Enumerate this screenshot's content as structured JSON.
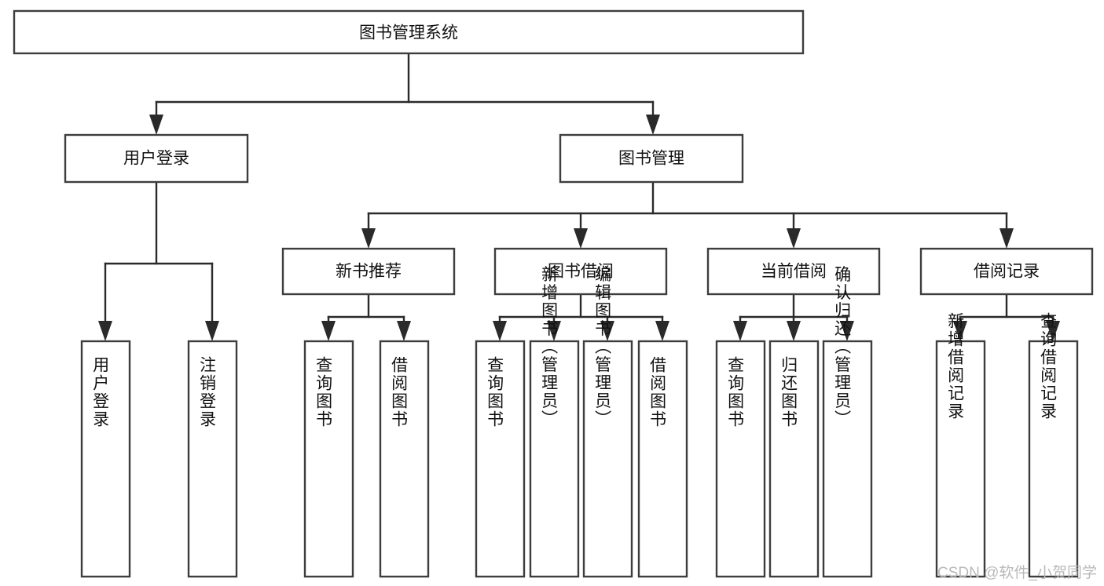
{
  "diagram": {
    "type": "tree",
    "title": "图书管理系统",
    "orientation": "top-down",
    "colors": {
      "box_fill": "#ffffff",
      "box_stroke": "#3d3d3d",
      "connector": "#2a2a2a",
      "text": "#111111",
      "watermark": "#b9b9b9"
    },
    "root": {
      "label": "图书管理系统",
      "text_direction": "horizontal"
    },
    "level2": [
      {
        "id": "user-login",
        "label": "用户登录",
        "text_direction": "horizontal"
      },
      {
        "id": "book-management",
        "label": "图书管理",
        "text_direction": "horizontal"
      }
    ],
    "level3": [
      {
        "id": "new-book-recommend",
        "label": "新书推荐",
        "text_direction": "horizontal",
        "parent": "book-management"
      },
      {
        "id": "book-borrow",
        "label": "图书借阅",
        "text_direction": "horizontal",
        "parent": "book-management"
      },
      {
        "id": "current-borrow",
        "label": "当前借阅",
        "text_direction": "horizontal",
        "parent": "book-management"
      },
      {
        "id": "borrow-record",
        "label": "借阅记录",
        "text_direction": "horizontal",
        "parent": "book-management"
      }
    ],
    "leaves": {
      "user-login": [
        {
          "id": "leaf-user-login",
          "label": "用户登录",
          "text_direction": "vertical"
        },
        {
          "id": "leaf-logout",
          "label": "注销登录",
          "text_direction": "vertical"
        }
      ],
      "new-book-recommend": [
        {
          "id": "leaf-query-book-1",
          "label": "查询图书",
          "text_direction": "vertical"
        },
        {
          "id": "leaf-borrow-book-1",
          "label": "借阅图书",
          "text_direction": "vertical"
        }
      ],
      "book-borrow": [
        {
          "id": "leaf-query-book-2",
          "label": "查询图书",
          "text_direction": "vertical"
        },
        {
          "id": "leaf-add-book",
          "label": "新增图书（管理员）",
          "text_direction": "vertical"
        },
        {
          "id": "leaf-edit-book",
          "label": "编辑图书（管理员）",
          "text_direction": "vertical"
        },
        {
          "id": "leaf-borrow-book-2",
          "label": "借阅图书",
          "text_direction": "vertical"
        }
      ],
      "current-borrow": [
        {
          "id": "leaf-query-book-3",
          "label": "查询图书",
          "text_direction": "vertical"
        },
        {
          "id": "leaf-return-book",
          "label": "归还图书",
          "text_direction": "vertical"
        },
        {
          "id": "leaf-confirm-return",
          "label": "确认归还（管理员）",
          "text_direction": "vertical"
        }
      ],
      "borrow-record": [
        {
          "id": "leaf-add-record",
          "label": "新增借阅记录",
          "text_direction": "vertical"
        },
        {
          "id": "leaf-query-record",
          "label": "查询借阅记录",
          "text_direction": "vertical"
        }
      ]
    }
  },
  "watermark": {
    "label": "CSDN @软件_小贺同学"
  }
}
